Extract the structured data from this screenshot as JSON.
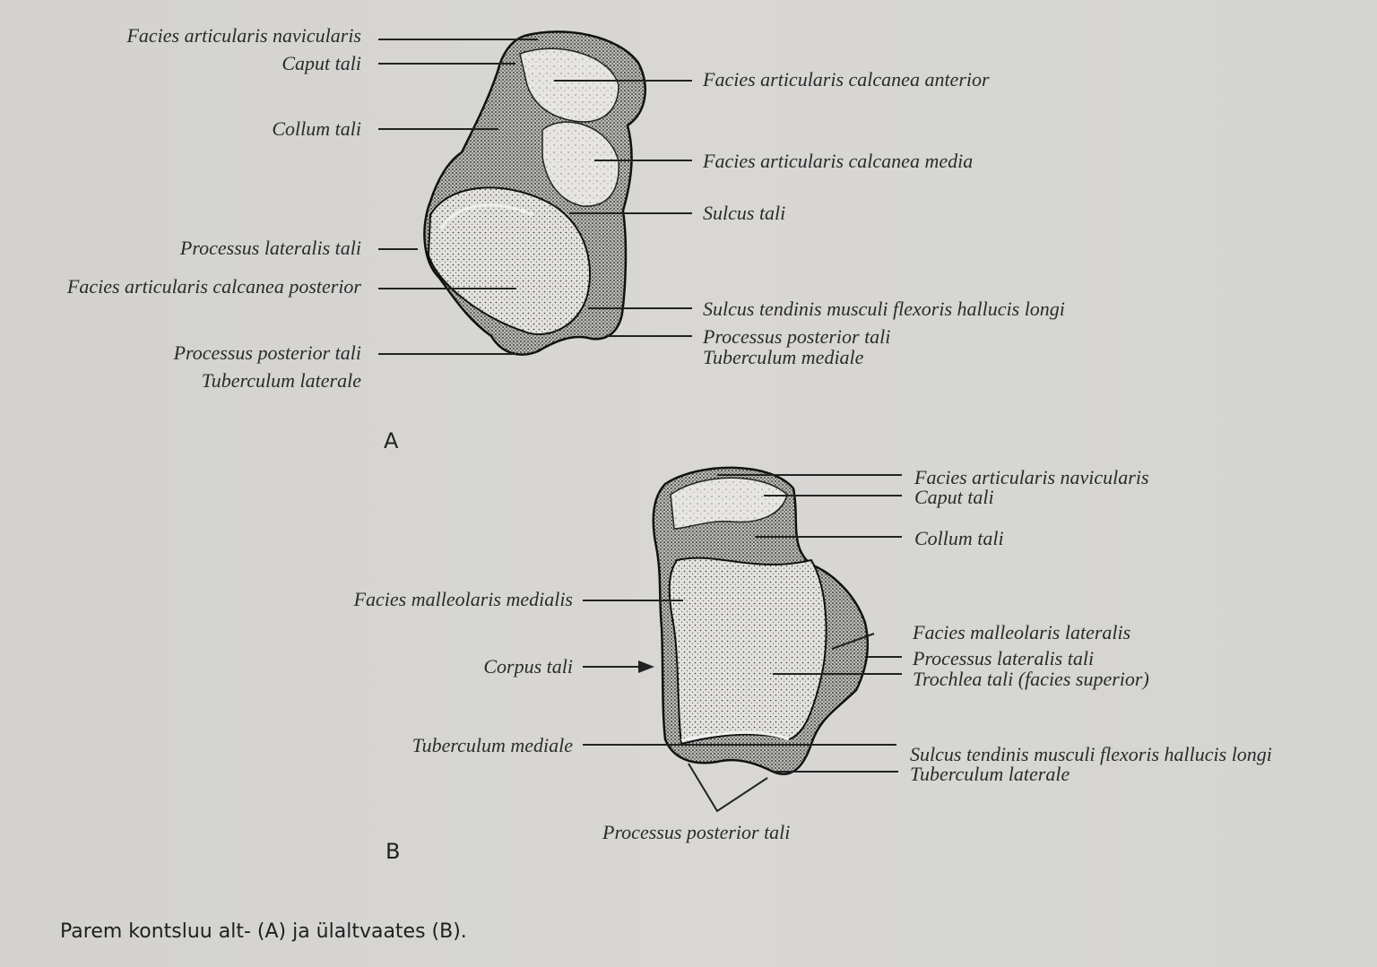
{
  "figure_a": {
    "panel_label": "A",
    "left_labels": [
      "Facies articularis navicularis",
      "Caput tali",
      "Collum tali",
      "Processus lateralis tali",
      "Facies articularis calcanea posterior",
      "Processus posterior tali",
      "Tuberculum laterale"
    ],
    "right_labels": [
      "Facies articularis calcanea anterior",
      "Facies articularis calcanea media",
      "Sulcus tali",
      "Sulcus tendinis musculi flexoris hallucis longi",
      "Processus posterior tali",
      "Tuberculum mediale"
    ]
  },
  "figure_b": {
    "panel_label": "B",
    "left_labels": [
      "Facies malleolaris medialis",
      "Corpus tali",
      "Tuberculum mediale"
    ],
    "right_labels": [
      "Facies articularis navicularis",
      "Caput tali",
      "Collum tali",
      "Facies malleolaris lateralis",
      "Processus lateralis tali",
      "Trochlea tali (facies superior)",
      "Sulcus tendinis musculi flexoris hallucis longi",
      "Tuberculum laterale"
    ],
    "bottom_label": "Processus posterior tali"
  },
  "caption": "Parem kontsluu alt- (A) ja ülaltvaates (B)."
}
